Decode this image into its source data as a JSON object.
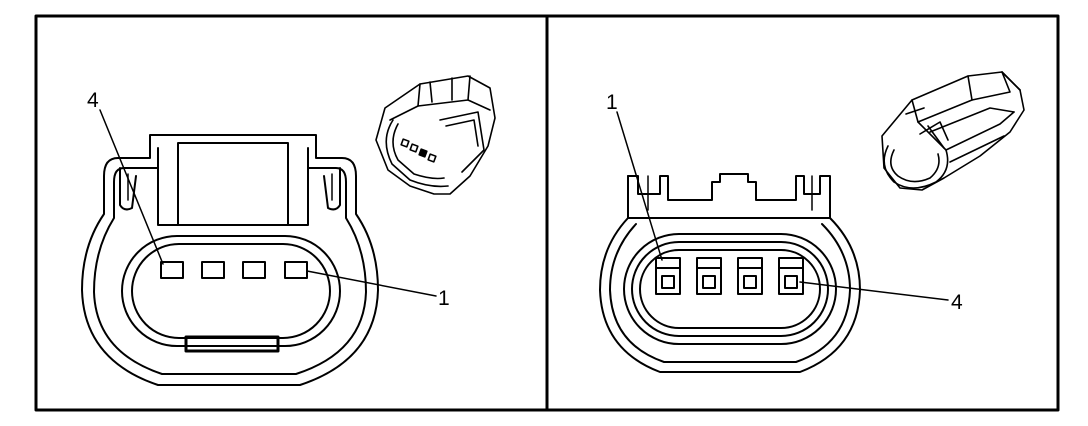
{
  "left_view": {
    "pin_label_top": "4",
    "pin_label_side": "1"
  },
  "right_view": {
    "pin_label_top": "1",
    "pin_label_side": "4"
  }
}
